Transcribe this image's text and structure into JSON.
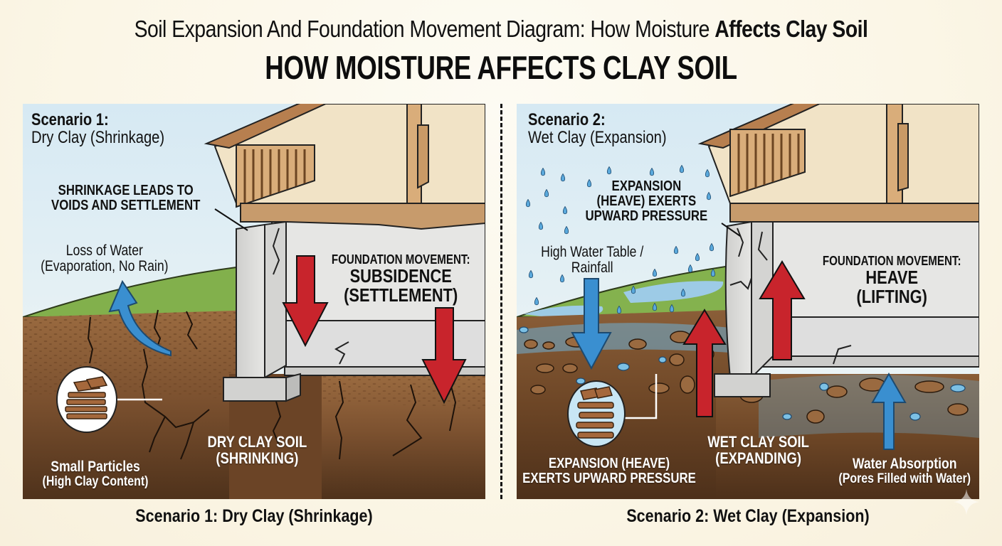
{
  "header": {
    "title_regular": "Soil Expansion And Foundation Movement Diagram: How Moisture ",
    "title_bold": "Affects Clay Soil",
    "main_title": "HOW MOISTURE AFFECTS CLAY SOIL"
  },
  "scenarios": [
    {
      "heading": "Scenario 1:",
      "subheading": "Dry Clay (Shrinkage)",
      "callout_voids": [
        "SHRINKAGE LEADS TO",
        "VOIDS AND SETTLEMENT"
      ],
      "water_label": [
        "Loss of Water",
        "(Evaporation, No Rain)"
      ],
      "movement_label": "FOUNDATION MOVEMENT:",
      "movement_type": "SUBSIDENCE",
      "movement_detail": "(SETTLEMENT)",
      "soil_label": [
        "DRY CLAY SOIL",
        "(SHRINKING)"
      ],
      "particle_label": [
        "Small Particles",
        "(High Clay Content)"
      ],
      "caption": "Scenario 1: Dry Clay (Shrinkage)",
      "arrow_direction": "down",
      "icons": [
        "evaporation-arrow-icon",
        "subsidence-arrow-icon",
        "clay-particles-icon"
      ]
    },
    {
      "heading": "Scenario 2:",
      "subheading": "Wet Clay (Expansion)",
      "callout_pressure": [
        "EXPANSION",
        "(HEAVE) EXERTS",
        "UPWARD PRESSURE"
      ],
      "water_label": [
        "High Water Table /",
        "Rainfall"
      ],
      "movement_label": "FOUNDATION MOVEMENT:",
      "movement_type": "HEAVE",
      "movement_detail": "(LIFTING)",
      "soil_label": [
        "WET CLAY SOIL",
        "(EXPANDING)"
      ],
      "particle_label": [
        "EXPANSION (HEAVE)",
        "EXERTS UPWARD PRESSURE"
      ],
      "absorption_label": [
        "Water Absorption",
        "(Pores Filled with Water)"
      ],
      "caption": "Scenario 2: Wet Clay (Expansion)",
      "arrow_direction": "up",
      "icons": [
        "rain-arrow-icon",
        "heave-arrow-icon",
        "swollen-particles-icon",
        "absorption-arrow-icon"
      ]
    }
  ],
  "colors": {
    "page_bg": "#fbf6e8",
    "sky": "#dcecf4",
    "grass": "#7fae4a",
    "soil_top": "#9a6a40",
    "soil_dark": "#5a3a20",
    "concrete": "#d8d8d6",
    "wood": "#c99a66",
    "wall": "#f1e2c4",
    "arrow_red": "#c8242c",
    "arrow_blue": "#3a8fd0",
    "water": "#8cc6e6"
  }
}
